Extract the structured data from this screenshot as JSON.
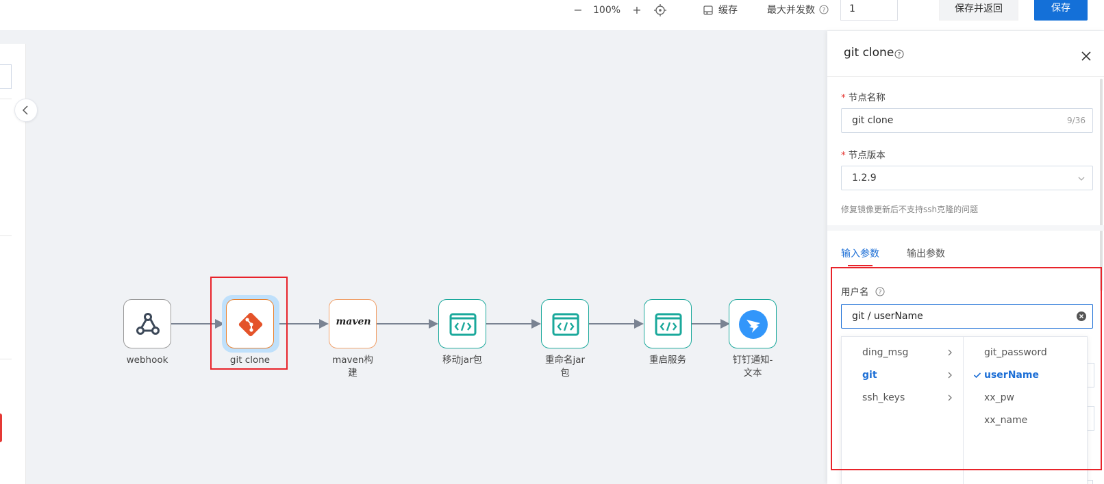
{
  "toolbar": {
    "zoom_out": "−",
    "zoom_level": "100%",
    "zoom_in": "+",
    "cache_label": "缓存",
    "concurrency_label": "最大并发数",
    "concurrency_value": "1",
    "save_return_label": "保存并返回",
    "save_label": "保存"
  },
  "pipeline": {
    "nodes": [
      {
        "label": "webhook",
        "icon": "webhook-icon"
      },
      {
        "label": "git clone",
        "icon": "git-icon"
      },
      {
        "label": "maven构\n建",
        "icon": "maven-logo",
        "logo_text": "maven"
      },
      {
        "label": "移动jar包",
        "icon": "code-window-icon"
      },
      {
        "label": "重命名jar\n包",
        "icon": "code-window-icon"
      },
      {
        "label": "重启服务",
        "icon": "code-window-icon"
      },
      {
        "label": "钉钉通知-\n文本",
        "icon": "dingtalk-icon"
      }
    ]
  },
  "panel": {
    "title": "git clone",
    "node_name_label": "节点名称",
    "node_name_value": "git clone",
    "node_name_counter": "9/36",
    "node_version_label": "节点版本",
    "node_version_value": "1.2.9",
    "version_hint": "修复镜像更新后不支持ssh克隆的问题",
    "tabs": [
      {
        "label": "输入参数",
        "active": true
      },
      {
        "label": "输出参数",
        "active": false
      }
    ],
    "username_label": "用户名",
    "username_value": "git / userName",
    "cascader": {
      "level1": [
        {
          "label": "ding_msg",
          "active": false
        },
        {
          "label": "git",
          "active": true
        },
        {
          "label": "ssh_keys",
          "active": false
        }
      ],
      "level2": [
        {
          "label": "git_password",
          "selected": false
        },
        {
          "label": "userName",
          "selected": true
        },
        {
          "label": "xx_pw",
          "selected": false
        },
        {
          "label": "xx_name",
          "selected": false
        }
      ]
    }
  },
  "colors": {
    "primary": "#1470d8",
    "highlight": "#e8232a",
    "git": "#e4532a",
    "teal": "#1aa89b",
    "dingtalk": "#3296fa"
  }
}
